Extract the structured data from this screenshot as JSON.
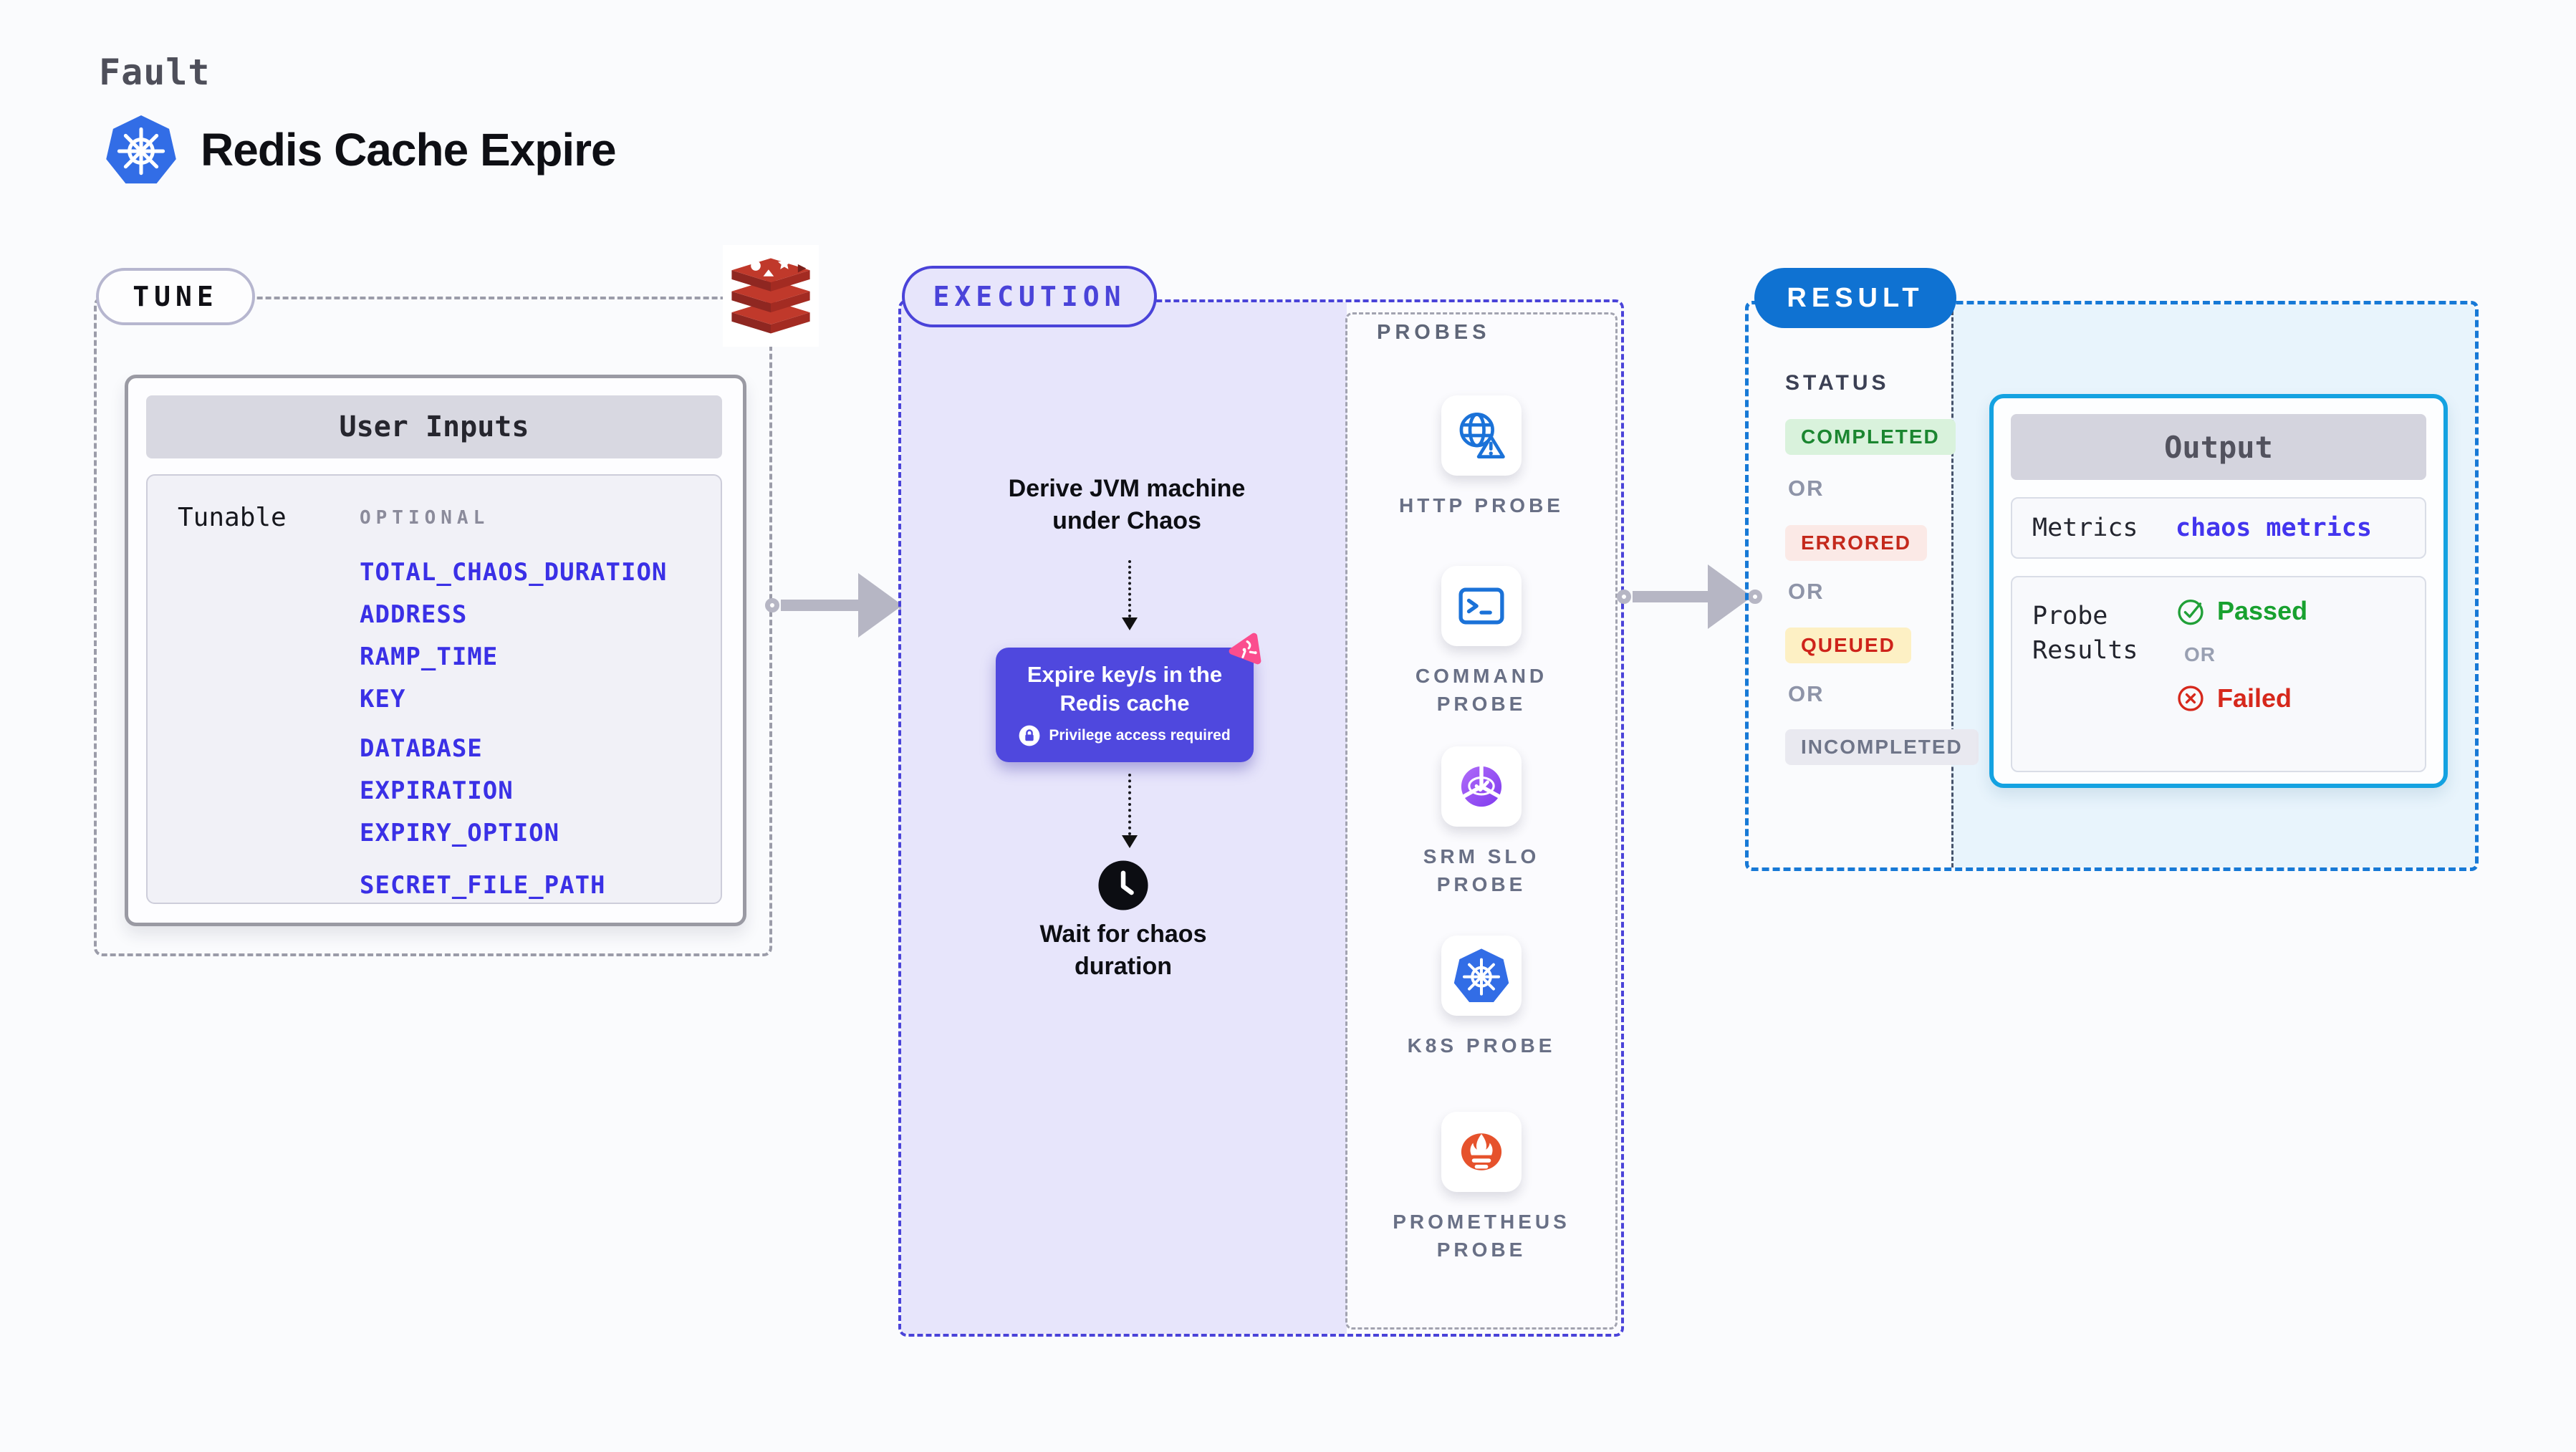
{
  "header": {
    "eyebrow": "Fault",
    "title": "Redis Cache Expire"
  },
  "tune": {
    "badge": "TUNE",
    "card_title": "User Inputs",
    "row_label": "Tunable",
    "group_label": "OPTIONAL",
    "params": [
      "TOTAL_CHAOS_DURATION",
      "ADDRESS",
      "RAMP_TIME",
      "KEY"
    ],
    "params_db": [
      "DATABASE",
      "EXPIRATION",
      "EXPIRY_OPTION"
    ],
    "params_secret": [
      "SECRET_FILE_PATH"
    ]
  },
  "execution": {
    "badge": "EXECUTION",
    "derive_text": "Derive JVM machine under Chaos",
    "action_title": "Expire key/s in the Redis cache",
    "action_note": "Privilege access required",
    "wait_text": "Wait for chaos duration"
  },
  "probes": {
    "label": "PROBES",
    "items": [
      {
        "icon": "globe-alert-icon",
        "lines": [
          "HTTP PROBE",
          ""
        ]
      },
      {
        "icon": "terminal-icon",
        "lines": [
          "COMMAND",
          "PROBE"
        ]
      },
      {
        "icon": "slo-donut-icon",
        "lines": [
          "SRM SLO",
          "PROBE"
        ]
      },
      {
        "icon": "kubernetes-icon",
        "lines": [
          "K8S PROBE",
          ""
        ]
      },
      {
        "icon": "prometheus-icon",
        "lines": [
          "PROMETHEUS",
          "PROBE"
        ]
      }
    ]
  },
  "result": {
    "badge": "RESULT",
    "status_label": "STATUS",
    "or": "OR",
    "statuses": [
      {
        "label": "COMPLETED",
        "fg": "#1b8630",
        "bg": "#d9f2dc"
      },
      {
        "label": "ERRORED",
        "fg": "#c4291c",
        "bg": "#fbe9e6"
      },
      {
        "label": "QUEUED",
        "fg": "#ce231a",
        "bg": "#fdf0c4"
      },
      {
        "label": "INCOMPLETED",
        "fg": "#6f7589",
        "bg": "#e9e9f0"
      }
    ],
    "output": {
      "title": "Output",
      "metrics_label": "Metrics",
      "metrics_value": "chaos metrics",
      "probe_results_label": "Probe Results",
      "passed": "Passed",
      "failed": "Failed"
    }
  },
  "colors": {
    "kubernetes_blue": "#326de6",
    "redis_red": "#c0392b",
    "execution_indigo": "#4a43d9",
    "action_purple": "#4f48de",
    "chaos_pink": "#fb4d8e",
    "result_blue": "#1779d6",
    "output_border_cyan": "#14a2e1",
    "param_link_blue": "#3a30e6",
    "passed_green": "#18a12f",
    "failed_red": "#d6281c"
  }
}
